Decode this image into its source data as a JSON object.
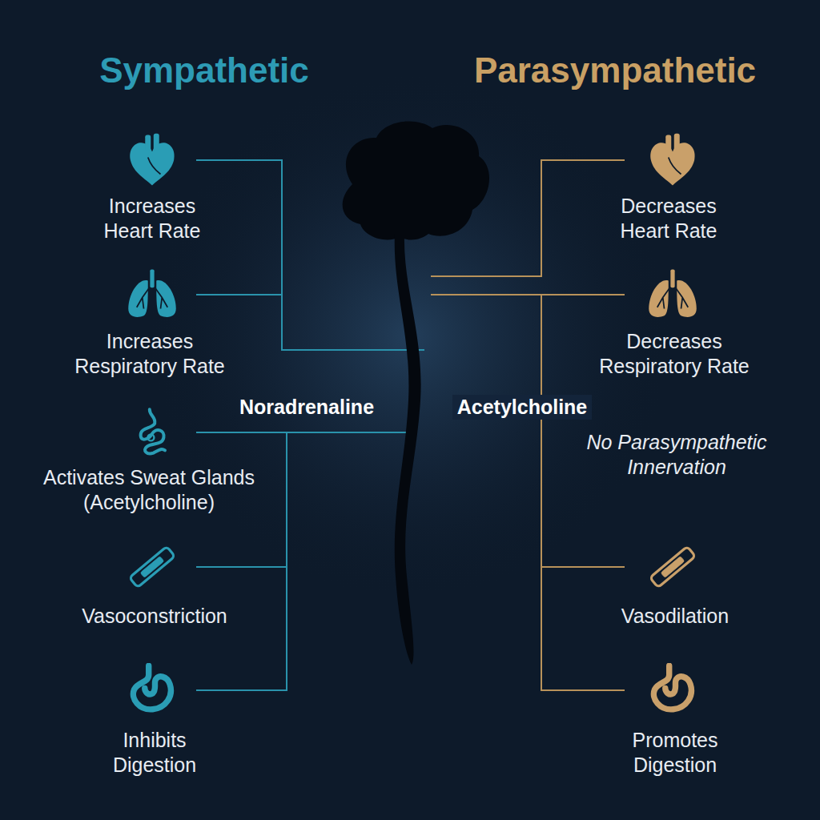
{
  "diagram": {
    "labels": [
      "Sympathetic",
      "Parasympathetic",
      "Increases Heart Rate",
      "Decreases Heart Rate",
      "Increases Respiratory Rate",
      "Decreases Respiratory Rate",
      "Noradrenaline",
      "Acetylcholine",
      "Activates Sweat Glands (Acetylcholine)",
      "No Parasympathetic Innervation",
      "Vasoconstriction",
      "Vasodilation",
      "Inhibits Digestion",
      "Promotes Digestion"
    ]
  }
}
